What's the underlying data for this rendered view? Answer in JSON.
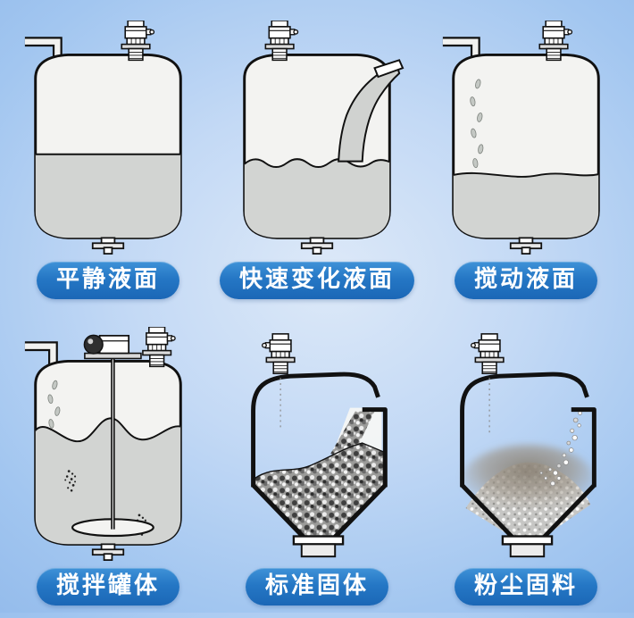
{
  "palette": {
    "background_center": "#dde9f8",
    "background_edge": "#8ab4e8",
    "pill_blue": "#2577c5",
    "pill_text": "#ffffff",
    "tank_fill": "#f3f3f1",
    "liquid_gray": "#d2d4d2",
    "outline": "#111111"
  },
  "cells": [
    {
      "label": "平静液面",
      "scene": "calm-liquid-surface"
    },
    {
      "label": "快速变化液面",
      "scene": "fast-changing-liquid-surface"
    },
    {
      "label": "搅动液面",
      "scene": "agitated-liquid-surface"
    },
    {
      "label": "搅拌罐体",
      "scene": "stirred-tank"
    },
    {
      "label": "标准固体",
      "scene": "standard-solids"
    },
    {
      "label": "粉尘固料",
      "scene": "dusty-solids"
    }
  ]
}
